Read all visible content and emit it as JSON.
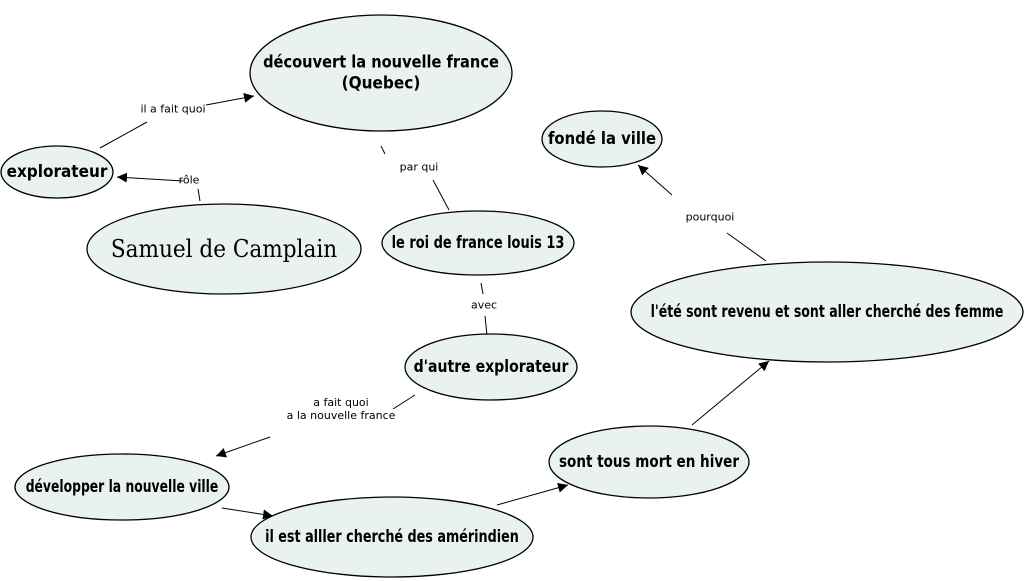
{
  "concept_map": {
    "nodes": [
      {
        "id": "decouvert",
        "lines": [
          "découvert la nouvelle france",
          "(Quebec)"
        ]
      },
      {
        "id": "explorateur",
        "lines": [
          "explorateur"
        ]
      },
      {
        "id": "samuel",
        "lines": [
          "Samuel de Camplain"
        ]
      },
      {
        "id": "roi",
        "lines": [
          "le roi de france louis 13"
        ]
      },
      {
        "id": "autre",
        "lines": [
          "d'autre explorateur"
        ]
      },
      {
        "id": "developper",
        "lines": [
          "développer la nouvelle ville"
        ]
      },
      {
        "id": "amerindien",
        "lines": [
          "il est alller cherché des amérindien"
        ]
      },
      {
        "id": "mort",
        "lines": [
          "sont tous mort en hiver"
        ]
      },
      {
        "id": "ete",
        "lines": [
          "l'été sont revenu et sont aller cherché des femme"
        ]
      },
      {
        "id": "fonde",
        "lines": [
          "fondé la ville"
        ]
      }
    ],
    "links": [
      {
        "id": "role",
        "from": "samuel",
        "to": "explorateur",
        "lines": [
          "rôle"
        ]
      },
      {
        "id": "fait-quoi",
        "from": "explorateur",
        "to": "decouvert",
        "lines": [
          "il a fait quoi"
        ]
      },
      {
        "id": "par-qui",
        "from": "decouvert",
        "to": "roi",
        "lines": [
          "par qui"
        ]
      },
      {
        "id": "avec",
        "from": "roi",
        "to": "autre",
        "lines": [
          "avec"
        ]
      },
      {
        "id": "fait-quoi-nf",
        "from": "autre",
        "to": "developper",
        "lines": [
          "a fait quoi",
          "a la nouvelle france"
        ]
      },
      {
        "id": "dev-amer",
        "from": "developper",
        "to": "amerindien",
        "lines": []
      },
      {
        "id": "amer-mort",
        "from": "amerindien",
        "to": "mort",
        "lines": []
      },
      {
        "id": "mort-ete",
        "from": "mort",
        "to": "ete",
        "lines": []
      },
      {
        "id": "pourquoi",
        "from": "ete",
        "to": "fonde",
        "lines": [
          "pourquoi"
        ]
      }
    ]
  }
}
